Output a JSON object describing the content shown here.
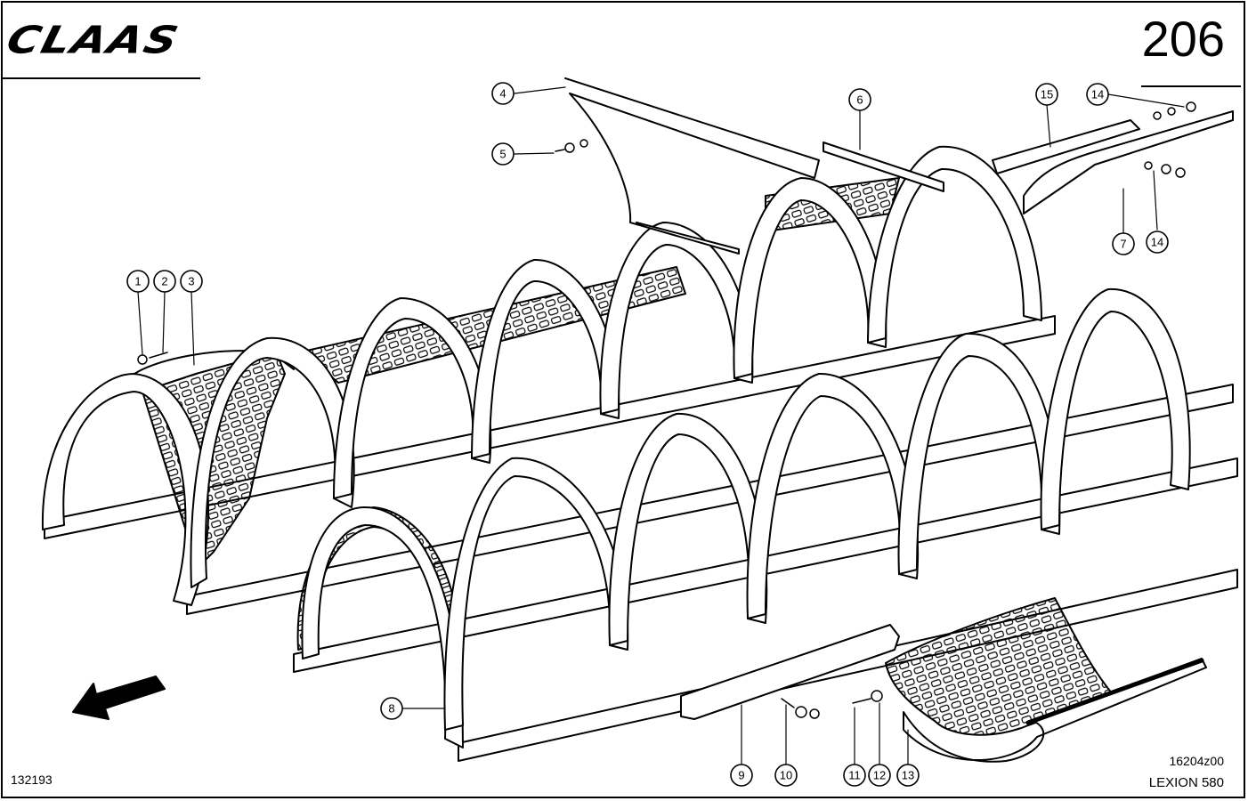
{
  "header": {
    "brand": "CLAAS",
    "page_number": "206"
  },
  "footer": {
    "left_code": "132193",
    "drawing_code": "16204z00",
    "model": "LEXION 580"
  },
  "callouts": [
    "1",
    "2",
    "3",
    "4",
    "5",
    "6",
    "7",
    "8",
    "9",
    "10",
    "11",
    "12",
    "13",
    "14",
    "14",
    "15"
  ],
  "icons": {
    "direction_arrow": "arrow-left-down-icon"
  }
}
